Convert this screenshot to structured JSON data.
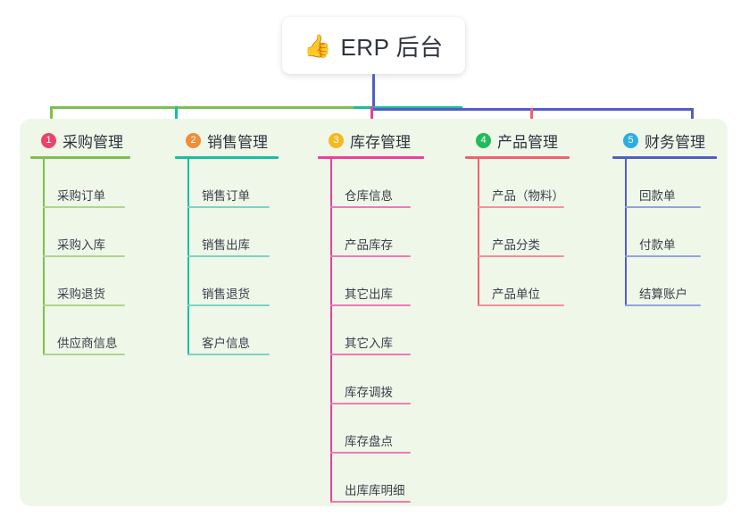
{
  "root": {
    "emoji": "👍",
    "emoji_name": "thumbs-up-icon",
    "title": "ERP 后台"
  },
  "theme": {
    "panel_bg": "#eff7e9",
    "text": "#2f3440",
    "card_bg": "#ffffff"
  },
  "connector_colors": {
    "green": "#7cc04f",
    "teal": "#17bfa0",
    "blue": "#4f5fc4",
    "pink": "#ec5ba8",
    "red": "#f2616b"
  },
  "columns": [
    {
      "index": "1",
      "badge_color": "#e8456b",
      "line_color": "#7cc04f",
      "leaf_line_color": "#aed68c",
      "title": "采购管理",
      "items": [
        {
          "label": "采购订单"
        },
        {
          "label": "采购入库"
        },
        {
          "label": "采购退货"
        },
        {
          "label": "供应商信息"
        }
      ]
    },
    {
      "index": "2",
      "badge_color": "#f08c3a",
      "line_color": "#17bfa0",
      "leaf_line_color": "#7fd2c4",
      "title": "销售管理",
      "items": [
        {
          "label": "销售订单"
        },
        {
          "label": "销售出库"
        },
        {
          "label": "销售退货"
        },
        {
          "label": "客户信息"
        }
      ]
    },
    {
      "index": "3",
      "badge_color": "#f5b921",
      "line_color": "#ec3f9c",
      "leaf_line_color": "#ef7ab8",
      "title": "库存管理",
      "items": [
        {
          "label": "仓库信息"
        },
        {
          "label": "产品库存"
        },
        {
          "label": "其它出库"
        },
        {
          "label": "其它入库"
        },
        {
          "label": "库存调拨"
        },
        {
          "label": "库存盘点"
        },
        {
          "label": "出库库明细"
        }
      ]
    },
    {
      "index": "4",
      "badge_color": "#22bb5b",
      "line_color": "#f2616b",
      "leaf_line_color": "#f4909a",
      "title": "产品管理",
      "items": [
        {
          "label": "产品（物料）"
        },
        {
          "label": "产品分类"
        },
        {
          "label": "产品单位"
        }
      ]
    },
    {
      "index": "5",
      "badge_color": "#2baee0",
      "line_color": "#4f5fc4",
      "leaf_line_color": "#93a3de",
      "title": "财务管理",
      "items": [
        {
          "label": "回款单"
        },
        {
          "label": "付款单"
        },
        {
          "label": "结算账户"
        }
      ]
    }
  ]
}
